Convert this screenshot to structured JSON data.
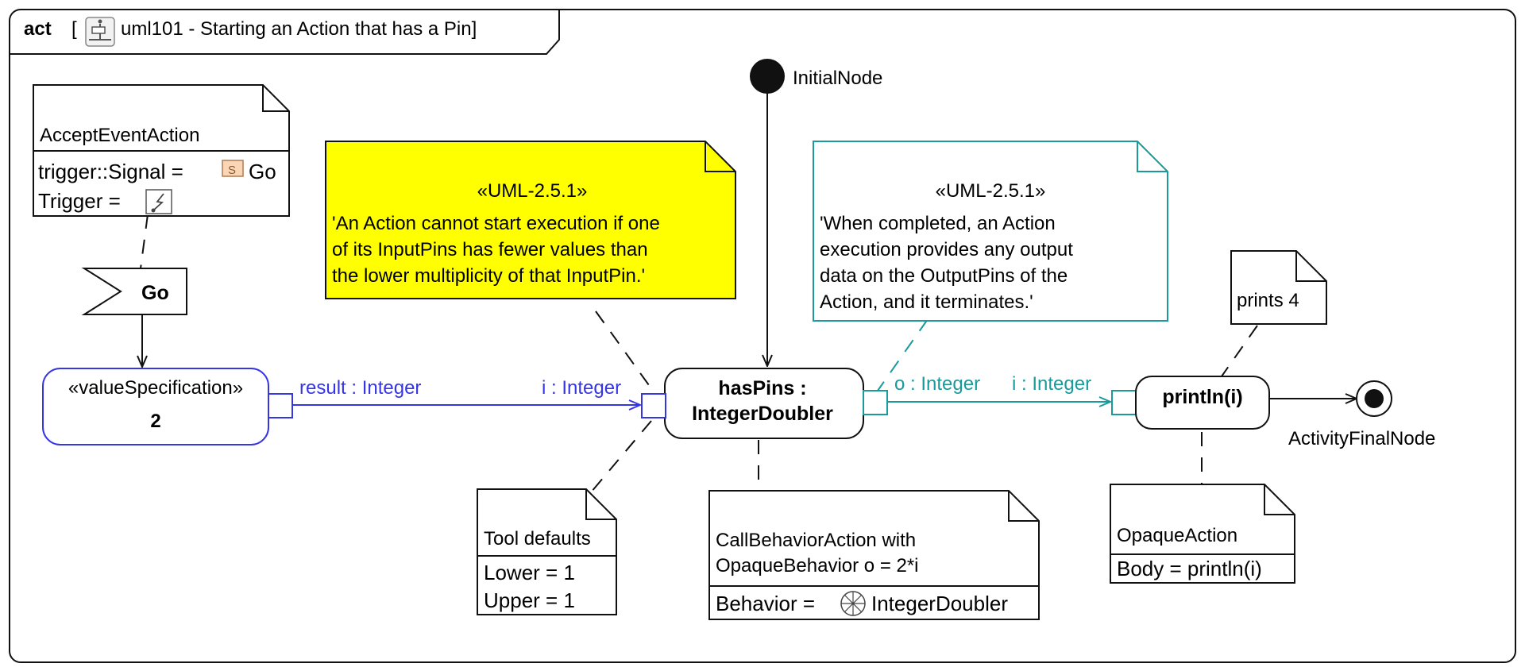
{
  "frame": {
    "kind": "act",
    "open_bracket": "[",
    "title": "uml101 - Starting an Action that has a Pin]"
  },
  "colors": {
    "blue": "#3535e6",
    "teal": "#1a9a9a",
    "yellow_note": "#ffff00",
    "line": "#111111"
  },
  "initial_node": {
    "label": "InitialNode"
  },
  "final_node": {
    "label": "ActivityFinalNode"
  },
  "accept_event_note": {
    "title": "AcceptEventAction",
    "trigger_label": "trigger::Signal =",
    "signal_icon": "S",
    "trigger_value": "Go",
    "trigger2_label": "Trigger ="
  },
  "accept_event": {
    "label": "Go"
  },
  "value_spec": {
    "stereotype": "«valueSpecification»",
    "value": "2"
  },
  "result_pin": {
    "label": "result : Integer"
  },
  "input_pin_haspins": {
    "label": "i : Integer"
  },
  "output_pin_haspins": {
    "label": "o : Integer"
  },
  "input_pin_println": {
    "label": "i : Integer"
  },
  "haspins": {
    "line1": "hasPins :",
    "line2": "IntegerDoubler"
  },
  "println": {
    "label": "println(i)"
  },
  "note_uml_input": {
    "stereotype": "«UML-2.5.1»",
    "lines": [
      "'An Action cannot start execution if one",
      "of its InputPins has fewer values than",
      "the lower multiplicity of that InputPin.'"
    ]
  },
  "note_uml_output": {
    "stereotype": "«UML-2.5.1»",
    "lines": [
      "'When completed, an Action",
      "execution provides any output",
      "data on the OutputPins of the",
      "Action, and it terminates.'"
    ]
  },
  "note_prints": {
    "text": "prints 4"
  },
  "note_tool_defaults": {
    "title": "Tool defaults",
    "lower": "Lower = 1",
    "upper": "Upper = 1"
  },
  "note_call_behavior": {
    "line1": "CallBehaviorAction with",
    "line2": "OpaqueBehavior o = 2*i",
    "behavior_label": "Behavior =",
    "behavior_value": "IntegerDoubler"
  },
  "note_opaque": {
    "title": "OpaqueAction",
    "body": "Body = println(i)"
  }
}
